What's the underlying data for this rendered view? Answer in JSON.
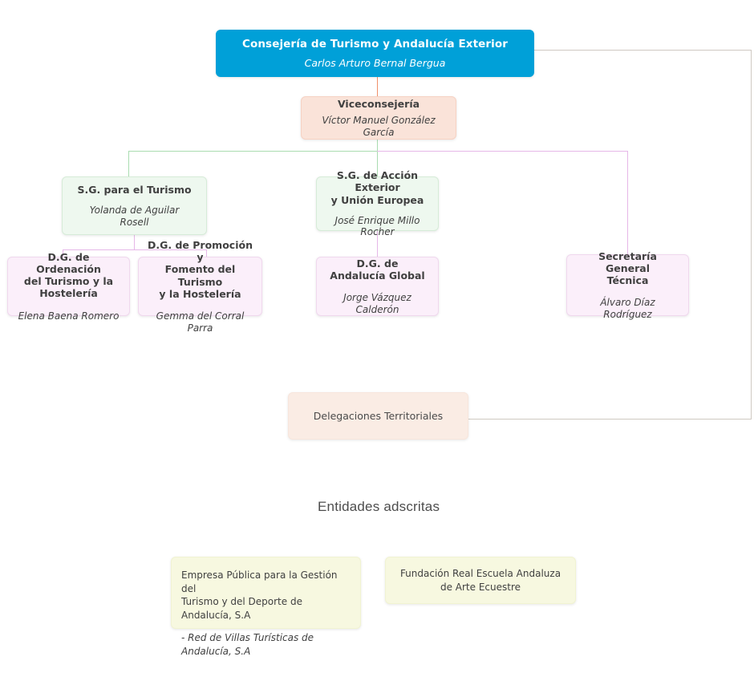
{
  "chart_type": "organizational-chart",
  "nodes": {
    "consejeria": {
      "title": "Consejería de Turismo y Andalucía Exterior",
      "person": "Carlos Arturo Bernal Bergua",
      "color": "#00a0d8"
    },
    "viceconsejeria": {
      "title": "Viceconsejería",
      "person": "Víctor Manuel González García",
      "color": "#fae3d9"
    },
    "sg_turismo": {
      "title": "S.G. para el Turismo",
      "person": "Yolanda de Aguilar\nRosell",
      "color": "#eef8ef"
    },
    "sg_accion_exterior": {
      "title": "S.G. de Acción Exterior\ny Unión Europea",
      "person": "José Enrique Millo Rocher",
      "color": "#eef8ef"
    },
    "dg_ordenacion": {
      "title": "D.G. de Ordenación\ndel Turismo y la\nHostelería",
      "person": "Elena Baena Romero",
      "color": "#fbeffa"
    },
    "dg_promocion": {
      "title": "D.G. de Promoción y\nFomento del Turismo\ny la Hostelería",
      "person": "Gemma del Corral Parra",
      "color": "#fbeffa"
    },
    "dg_andalucia_global": {
      "title": "D.G. de\nAndalucía Global",
      "person": "Jorge Vázquez Calderón",
      "color": "#fbeffa"
    },
    "secretaria_general_tecnica": {
      "title": "Secretaría General\nTécnica",
      "person": "Álvaro Díaz Rodríguez",
      "color": "#fbeffa"
    },
    "delegaciones": {
      "title": "Delegaciones Territoriales",
      "color": "#faece4"
    }
  },
  "sections": {
    "entidades_heading": "Entidades adscritas"
  },
  "entidades": {
    "empresa_publica": {
      "title": "Empresa Pública para la Gestión del\nTurismo y del Deporte de Andalucía, S.A",
      "sub": "- Red de Villas Turísticas de\n   Andalucía, S.A",
      "color": "#f7f8e0"
    },
    "fundacion": {
      "title": "Fundación Real Escuela Andaluza\nde Arte Ecuestre",
      "color": "#f7f8e0"
    }
  },
  "connector_colors": {
    "salmon": "#f0906a",
    "green": "#a9dcb0",
    "pink": "#e6b7e8",
    "gray": "#cfc9c2"
  }
}
